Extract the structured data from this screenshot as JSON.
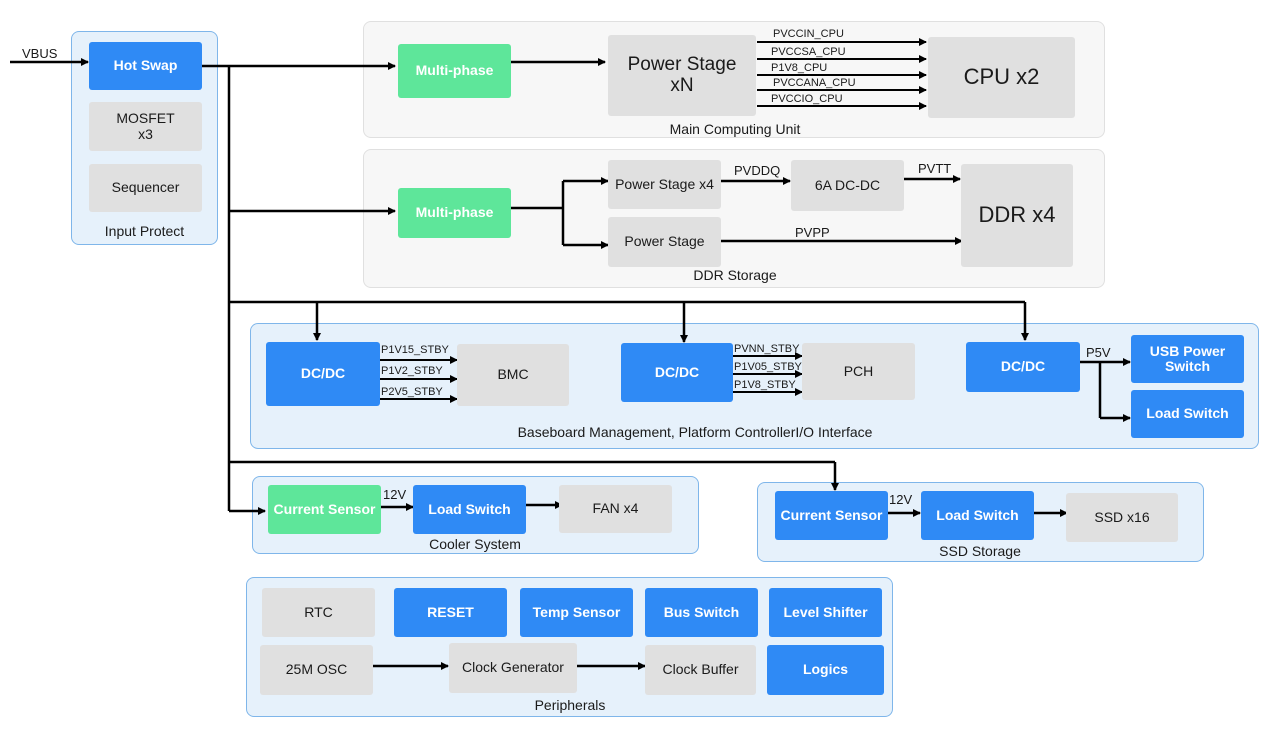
{
  "input": {
    "vbus": "VBUS",
    "group_label": "Input Protect",
    "hot_swap": "Hot Swap",
    "mosfet": "MOSFET\nx3",
    "sequencer": "Sequencer"
  },
  "cpu_section": {
    "group_label": "Main Computing Unit",
    "multiphase": "Multi-phase",
    "power_stage": "Power Stage\nxN",
    "cpu": "CPU x2",
    "rails": [
      "PVCCIN_CPU",
      "PVCCSA_CPU",
      "P1V8_CPU",
      "PVCCANA_CPU",
      "PVCCIO_CPU"
    ]
  },
  "ddr_section": {
    "group_label": "DDR Storage",
    "multiphase": "Multi-phase",
    "power_stage_x4": "Power Stage x4",
    "power_stage": "Power Stage",
    "dcdc": "6A DC-DC",
    "ddr": "DDR x4",
    "pvddq": "PVDDQ",
    "pvtt": "PVTT",
    "pvpp": "PVPP"
  },
  "bmc_section": {
    "group_label": "Baseboard Management, Platform ControllerI/O Interface",
    "dcdc": "DC/DC",
    "bmc": "BMC",
    "pch": "PCH",
    "usb_power_switch": "USB Power\nSwitch",
    "load_switch": "Load Switch",
    "bmc_rails": [
      "P1V15_STBY",
      "P1V2_STBY",
      "P2V5_STBY"
    ],
    "pch_rails": [
      "PVNN_STBY",
      "P1V05_STBY",
      "P1V8_STBY"
    ],
    "p5v": "P5V"
  },
  "cooler_section": {
    "group_label": "Cooler System",
    "current_sensor": "Current Sensor",
    "load_switch": "Load Switch",
    "fan": "FAN x4",
    "v12": "12V"
  },
  "ssd_section": {
    "group_label": "SSD Storage",
    "current_sensor": "Current Sensor",
    "load_switch": "Load Switch",
    "ssd": "SSD x16",
    "v12": "12V"
  },
  "peripherals": {
    "group_label": "Peripherals",
    "rtc": "RTC",
    "reset": "RESET",
    "temp_sensor": "Temp Sensor",
    "bus_switch": "Bus Switch",
    "level_shifter": "Level Shifter",
    "osc": "25M OSC",
    "clock_generator": "Clock Generator",
    "clock_buffer": "Clock Buffer",
    "logics": "Logics"
  },
  "colors": {
    "blue": "#2f8af5",
    "green": "#5ee69a",
    "gray": "#e0e0e0",
    "group_blue_bg": "#e6f1fb",
    "group_blue_border": "#7fb6ea",
    "group_gray_bg": "#f7f7f7"
  }
}
